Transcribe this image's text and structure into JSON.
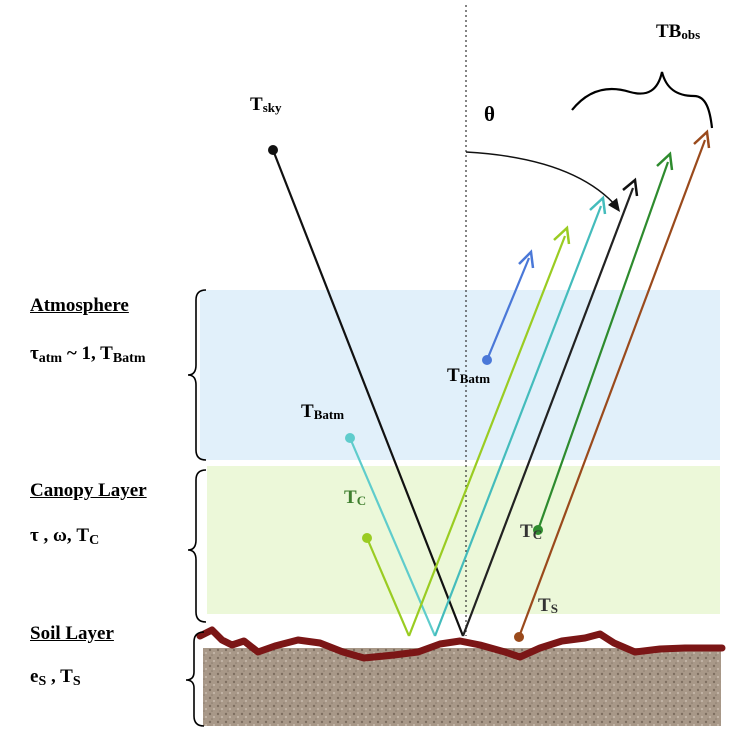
{
  "layers": {
    "atmosphere": {
      "title": "Atmosphere",
      "params_a": "τ",
      "params_a_sub": "atm",
      "params_b": " ~ 1, T",
      "params_b_sub": "Batm",
      "color": "#e1f0fa"
    },
    "canopy": {
      "title": "Canopy Layer",
      "params": "τ , ω, T",
      "params_sub": "C",
      "color": "#ecf8d9"
    },
    "soil": {
      "title": "Soil Layer",
      "params_a": "e",
      "params_a_sub": "S",
      "params_b": " , T",
      "params_b_sub": "S",
      "color": "#a89888",
      "line_color": "#7b1616"
    }
  },
  "labels": {
    "tsky": {
      "main": "T",
      "sub": "sky"
    },
    "theta": "θ",
    "tbobs": {
      "main": "TB",
      "sub": "obs"
    },
    "tbatm_upper": {
      "main": "T",
      "sub": "Batm"
    },
    "tbatm_lower": {
      "main": "T",
      "sub": "Batm"
    },
    "tc_left": {
      "main": "T",
      "sub": "C"
    },
    "tc_right": {
      "main": "T",
      "sub": "C"
    },
    "ts": {
      "main": "T",
      "sub": "S"
    }
  },
  "colors": {
    "sky_ray": "#111111",
    "atm_down": "#5fcccc",
    "atm_up": "#4a78d8",
    "canopy_down": "#9acc22",
    "canopy_up": "#2e8b2e",
    "soil_ray": "#9a4a1c",
    "dotted_normal": "#333333"
  }
}
